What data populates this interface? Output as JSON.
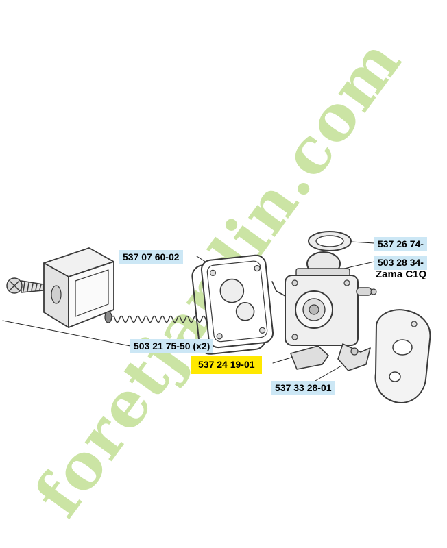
{
  "watermark": {
    "text": "foretjardin.com"
  },
  "labels": {
    "filter_cover_gasket": {
      "part_number": "537 07 60-02"
    },
    "seal_ring": {
      "part_number": "537 26 74-"
    },
    "carburetor": {
      "part_number": "503 28 34-"
    },
    "carburetor_model": {
      "text": "Zama C1Q"
    },
    "screws": {
      "part_number": "503 21 75-50 (x2)"
    },
    "intake_spacer": {
      "part_number": "537 24 19-01",
      "highlighted": true
    },
    "air_filter_housing": {
      "part_number": "537 33 28-01"
    }
  },
  "colors": {
    "label_bg": "#cce7f5",
    "highlight_bg": "#ffe800",
    "watermark_color": "rgba(160,205,90,0.55)",
    "line_color": "#3a3a3a"
  }
}
